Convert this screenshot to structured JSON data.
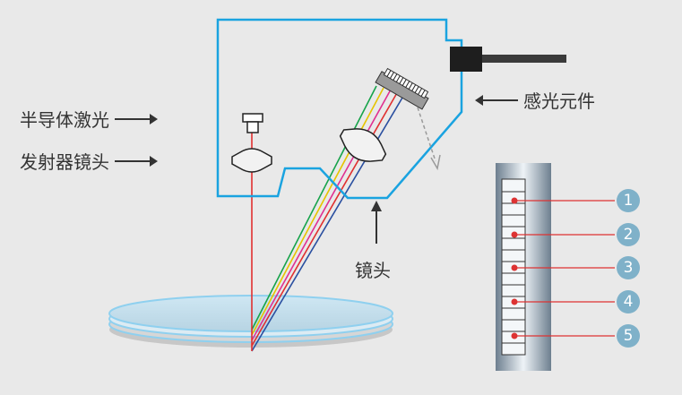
{
  "labels": {
    "laser_line1": "半导体激光",
    "laser_line2": "发射器镜头",
    "sensor": "感光元件",
    "lens": "镜头"
  },
  "badges": [
    "1",
    "2",
    "3",
    "4",
    "5"
  ],
  "colors": {
    "housing_outline": "#1aa3e0",
    "laser_beam": "#e03030",
    "badge_fill": "#7fb1c9",
    "text": "#333333"
  },
  "icons": [
    "laser-emitter-icon",
    "lens-icon",
    "sensor-array-icon",
    "cable-icon",
    "wafer-icon"
  ]
}
